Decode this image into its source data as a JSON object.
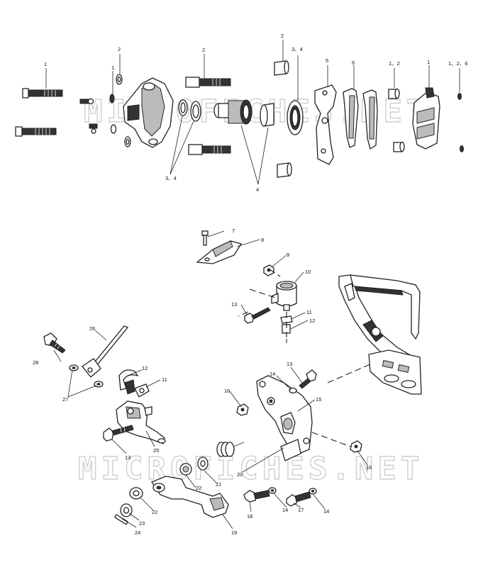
{
  "watermark": {
    "upper": "MICROFICHES.NET",
    "lower": "MICROFICHES.NET"
  },
  "callouts": {
    "top": {
      "c1_bolt": "1",
      "c2_washer": "2",
      "c1_washer": "1",
      "c2_pin_upper": "2",
      "c34_seal_upper": "3、4",
      "c2_bushing": "2",
      "c5_bracket": "5",
      "c6_pad": "6",
      "c12_small": "1、2",
      "c1_caliper": "1",
      "c126": "1、2、6",
      "c34_lower": "3、4",
      "c4_lower": "4"
    },
    "bottom": {
      "c7": "7",
      "c8": "8",
      "c9": "9",
      "c10": "10",
      "c13_reservoir": "13",
      "c11_reservoir": "11",
      "c12_reservoir": "12",
      "c26": "26",
      "c28": "28",
      "c27": "27",
      "c12_hose": "12",
      "c11_clamp": "11",
      "c13_plate": "13",
      "c14_top": "14",
      "c16_left": "16",
      "c15": "15",
      "c13_master": "13",
      "c25": "25",
      "c16_right": "16",
      "c20": "20",
      "c22_upper": "22",
      "c21": "21",
      "c18": "18",
      "c14_a": "14",
      "c17": "17",
      "c14_b": "14",
      "c22_lower": "22",
      "c23": "23",
      "c24": "24",
      "c19": "19"
    }
  }
}
